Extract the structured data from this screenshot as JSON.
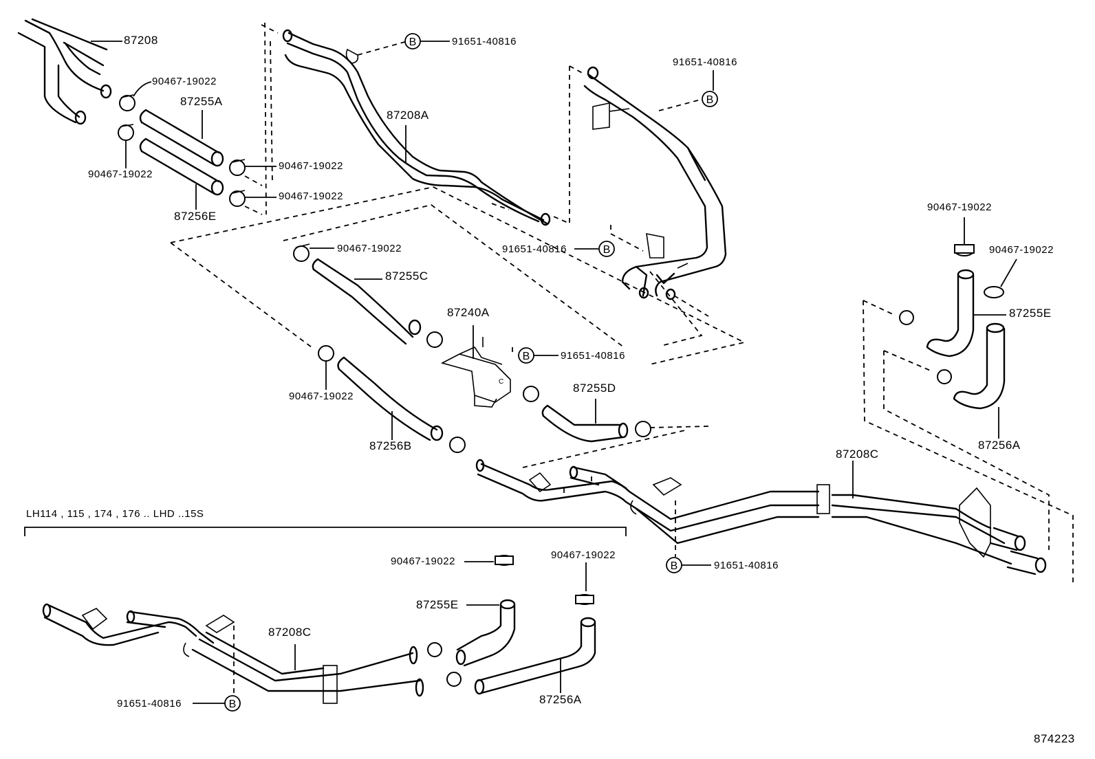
{
  "diagram": {
    "title": "Heater water hose & pipe exploded parts diagram",
    "illustration_number": "874223",
    "variant_note": "LH114 , 115 , 174 , 176 .. LHD ..15S",
    "bolt_marker_letter": "B",
    "parts": {
      "pipe_87208": "87208",
      "pipe_87208A": "87208A",
      "pipe_87208C_main": "87208C",
      "pipe_87208C_variant": "87208C",
      "hose_87255A": "87255A",
      "hose_87256E": "87256E",
      "hose_87255C": "87255C",
      "hose_87256B": "87256B",
      "valve_87240A": "87240A",
      "hose_87255D": "87255D",
      "hose_87255E_right": "87255E",
      "hose_87256A_right": "87256A",
      "hose_87255E_variant": "87255E",
      "hose_87256A_variant": "87256A"
    },
    "clamps": {
      "top_left_upper": "90467-19022",
      "top_left_lower": "90467-19022",
      "top_mid_upper": "90467-19022",
      "top_mid_lower": "90467-19022",
      "center_upper": "90467-19022",
      "center_lower": "90467-19022",
      "right_upper": "90467-19022",
      "right_side": "90467-19022",
      "variant_left": "90467-19022",
      "variant_right": "90467-19022"
    },
    "bolts": {
      "top_87208A": "91651-40816",
      "top_right": "91651-40816",
      "mid_right": "91651-40816",
      "center_valve": "91651-40816",
      "lower_main": "91651-40816",
      "variant": "91651-40816"
    }
  }
}
